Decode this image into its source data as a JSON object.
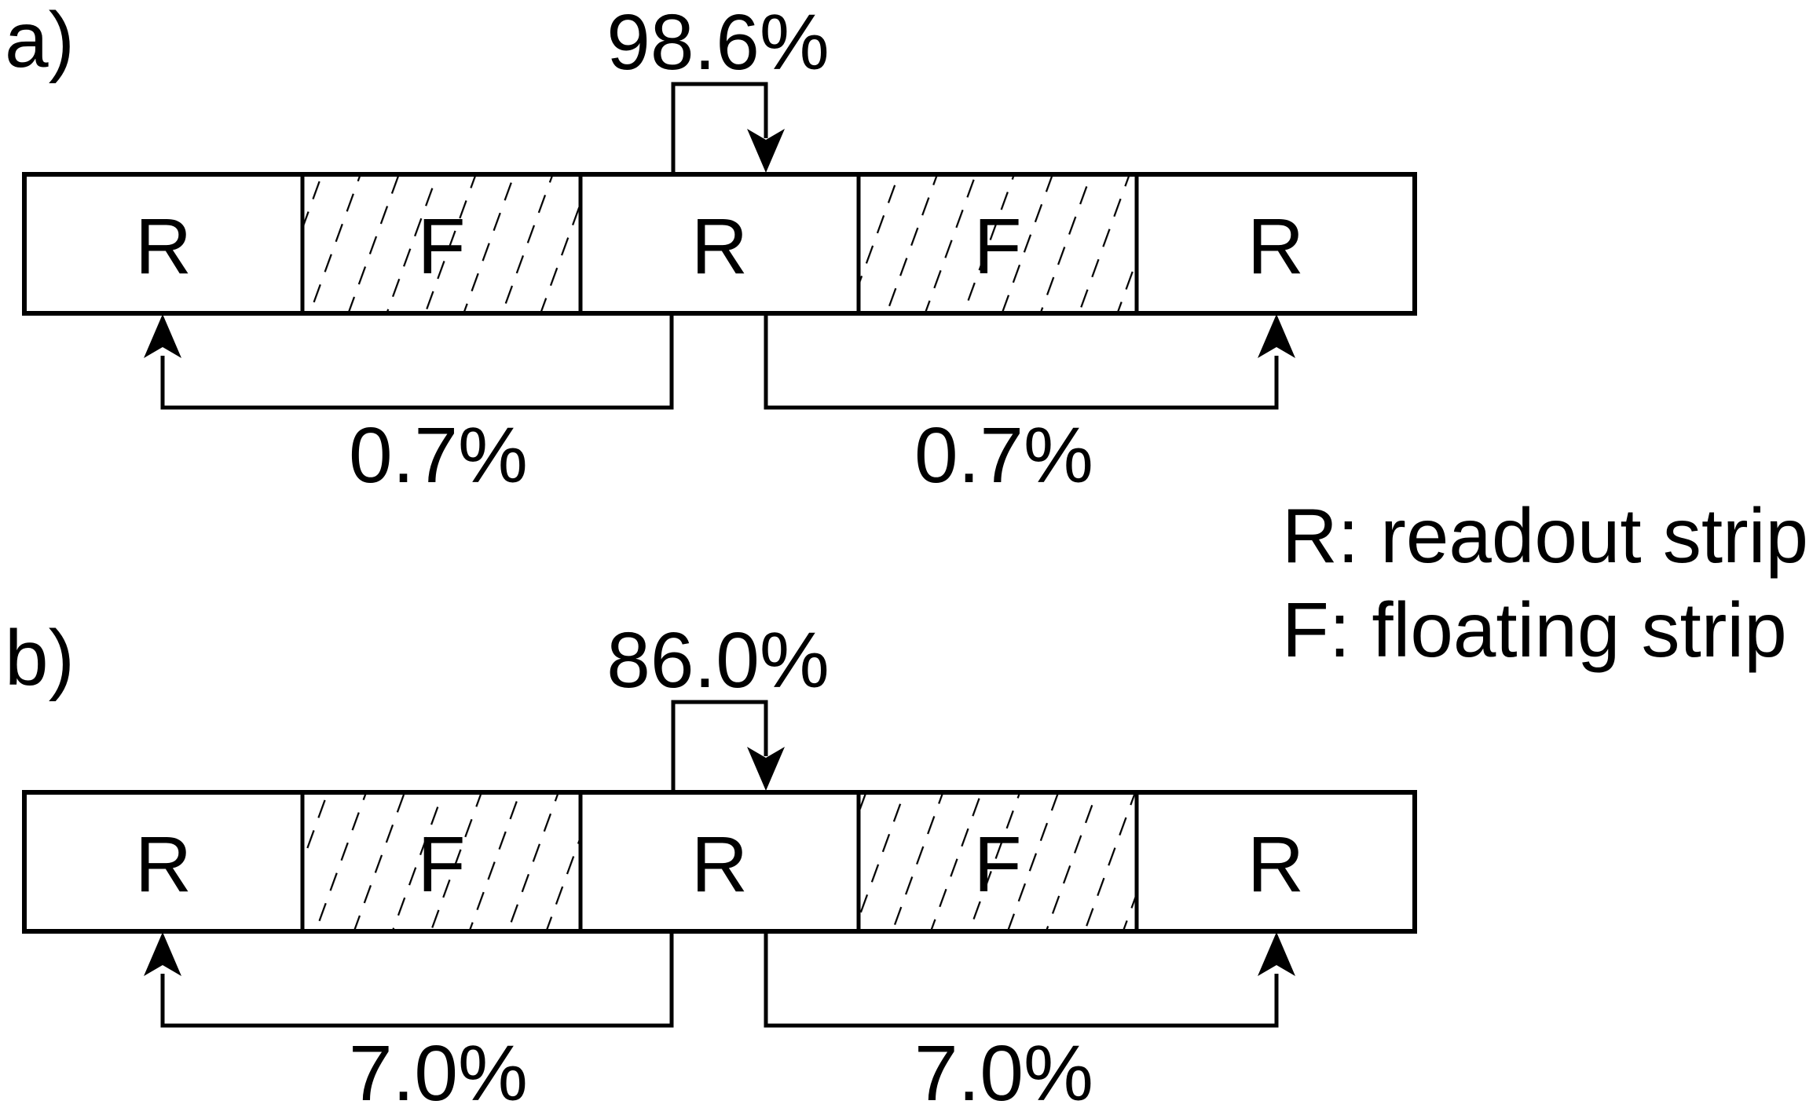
{
  "figure": {
    "panel_a": {
      "label": "a)",
      "stay_pct": "98.6%",
      "left_pct": "0.7%",
      "right_pct": "0.7%",
      "strips": [
        {
          "type": "readout",
          "label": "R"
        },
        {
          "type": "floating",
          "label": "F"
        },
        {
          "type": "readout",
          "label": "R"
        },
        {
          "type": "floating",
          "label": "F"
        },
        {
          "type": "readout",
          "label": "R"
        }
      ]
    },
    "panel_b": {
      "label": "b)",
      "stay_pct": "86.0%",
      "left_pct": "7.0%",
      "right_pct": "7.0%",
      "strips": [
        {
          "type": "readout",
          "label": "R"
        },
        {
          "type": "floating",
          "label": "F"
        },
        {
          "type": "readout",
          "label": "R"
        },
        {
          "type": "floating",
          "label": "F"
        },
        {
          "type": "readout",
          "label": "R"
        }
      ]
    },
    "legend": {
      "readout": "R: readout strip",
      "floating": "F: floating strip"
    },
    "colors": {
      "ink": "#000000",
      "background": "#ffffff"
    }
  }
}
